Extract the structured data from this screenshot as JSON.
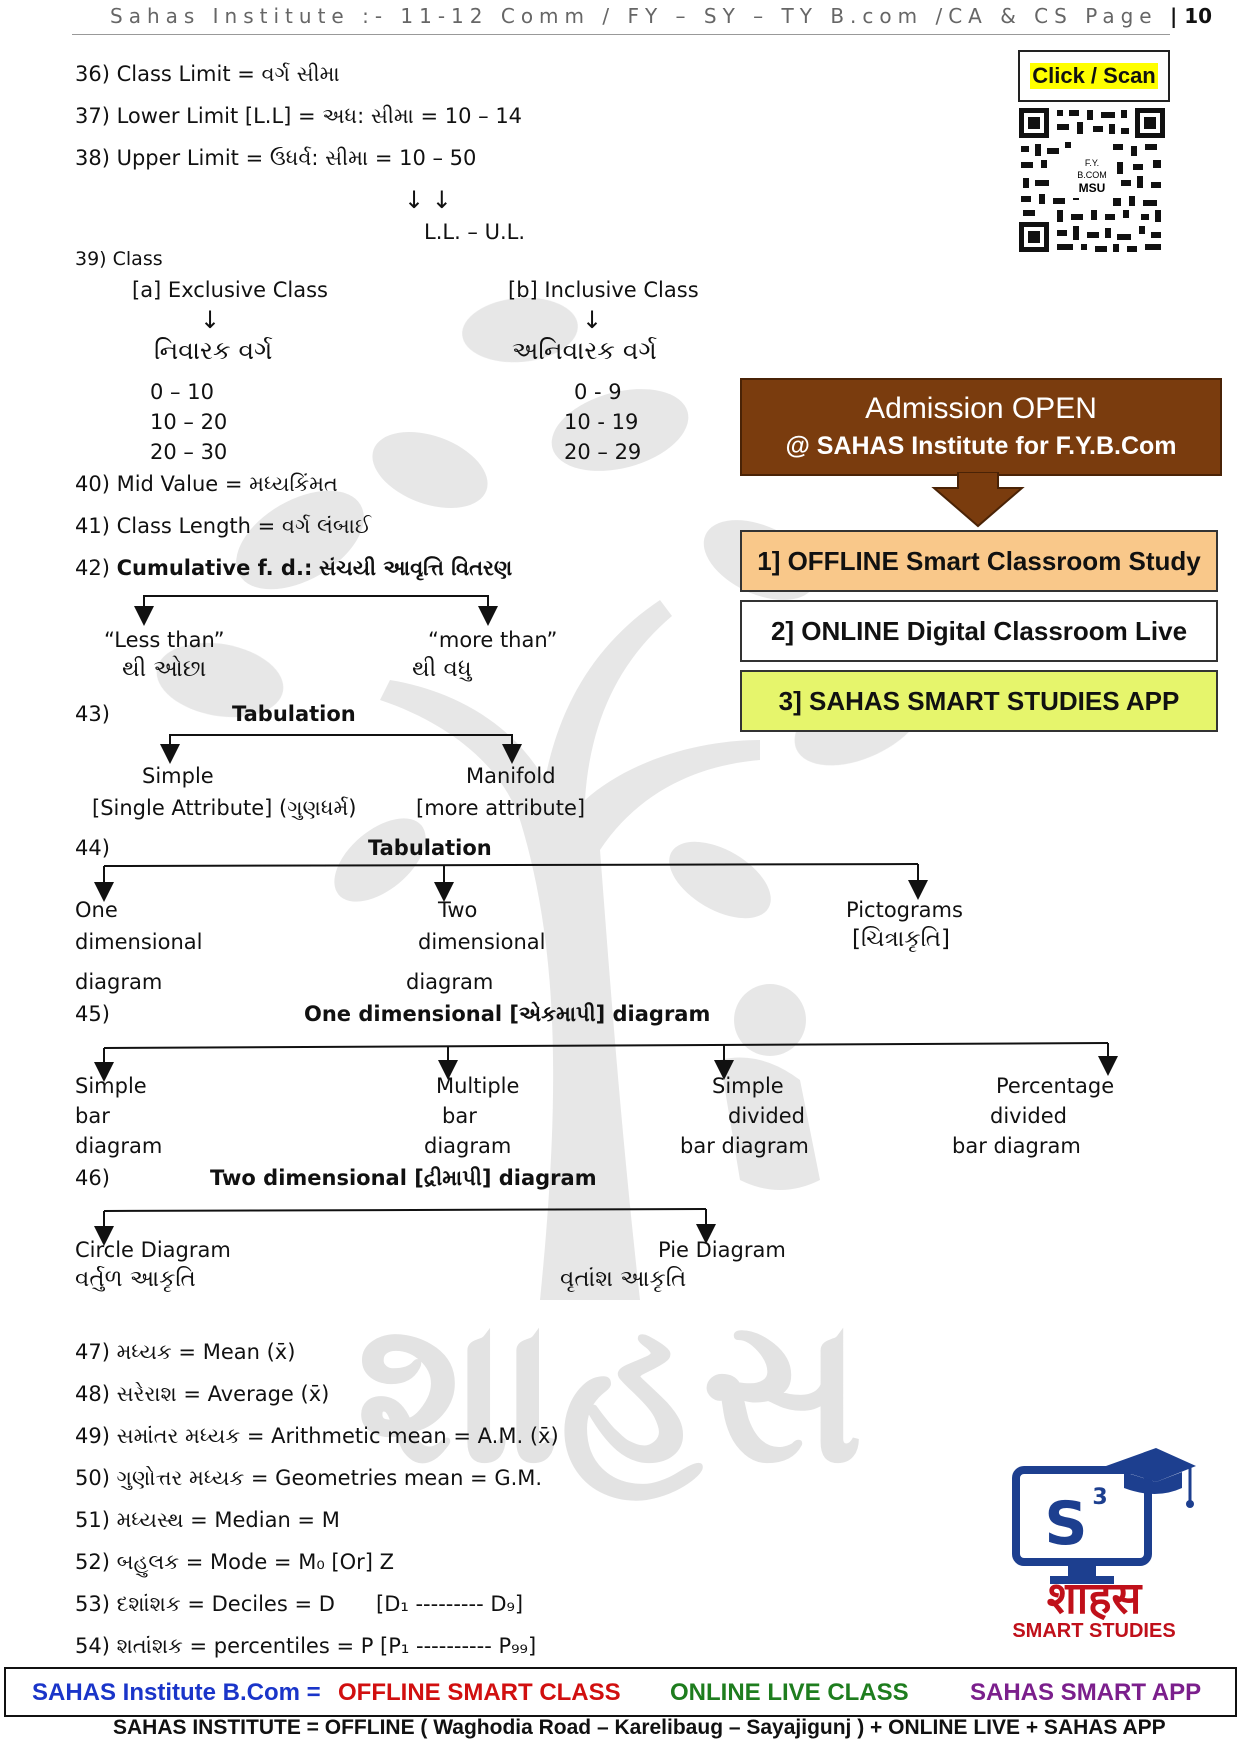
{
  "header": {
    "text": "Sahas Institute :- 11-12 Comm / FY – SY – TY B.com /CA & CS Page",
    "page_number": "| 10"
  },
  "items": {
    "i36": "36) Class Limit = વર્ગ સીમા",
    "i37": "37) Lower Limit [L.L] = અધ: સીમા = 10 – 14",
    "i38": "38) Upper Limit = ઉધર્વ: સીમા = 10 – 50",
    "i38_arrows": "↓    ↓",
    "i38_sub": "L.L. – U.L.",
    "i39": "39) Class",
    "i39_a": "[a] Exclusive Class",
    "i39_b": "[b] Inclusive Class",
    "down_arrow": "↓",
    "i39_a_guj": "નિવારક વર્ગ",
    "i39_b_guj": "અનિવારક વર્ગ",
    "excl_1": "0 – 10",
    "excl_2": "10 – 20",
    "excl_3": "20 – 30",
    "incl_1": "0 - 9",
    "incl_2": "10 - 19",
    "incl_3": "20 – 29",
    "i40": "40) Mid Value = મધ્યકિંમત",
    "i41": "41) Class Length = વર્ગ લંબાઈ",
    "i42_num": "42)",
    "i42_en": "Cumulative f. d.:",
    "i42_guj": "સંચયી આવૃત્તિ વિતરણ",
    "less_than": "“Less than”",
    "less_than_guj": "થી ઓછા",
    "more_than": "“more than”",
    "more_than_guj": "થી વધુ",
    "i43_num": "43)",
    "i43_title": "Tabulation",
    "simple": "Simple",
    "simple_sub": "[Single Attribute] (ગુણધર્મ)",
    "manifold": "Manifold",
    "manifold_sub": "[more attribute]",
    "i44_num": "44)",
    "i44_title": "Tabulation",
    "one": "One",
    "dimensional": "dimensional",
    "diagram": "diagram",
    "two": "Two",
    "pictograms": "Pictograms",
    "pictograms_guj": "[ચિત્રાકૃતિ]",
    "i45_num": "45)",
    "i45_title": "One dimensional [એકમાપી] diagram",
    "sb_1": "Simple",
    "sb_2": "bar",
    "sb_3": "diagram",
    "mb_1": "Multiple",
    "mb_2": "bar",
    "mb_3": "diagram",
    "sd_1": "Simple",
    "sd_2": "divided",
    "sd_3": "bar diagram",
    "pd_1": "Percentage",
    "pd_2": "divided",
    "pd_3": "bar diagram",
    "i46_num": "46)",
    "i46_title": "Two dimensional [દ્રીમાપી] diagram",
    "circle": "Circle Diagram",
    "circle_guj": "વર્તુળ આકૃતિ",
    "pie": "Pie Diagram",
    "pie_guj": "વૃતાંશ આકૃતિ",
    "i47": "47) મધ્યક = Mean (x̄)",
    "i48": "48) સરેરાશ = Average (x̄)",
    "i49": "49) સમાંતર મધ્યક = Arithmetic mean = A.M. (x̄)",
    "i50": "50) ગુણોત્તર મધ્યક = Geometries mean = G.M.",
    "i51": "51) મધ્યસ્થ = Median = M",
    "i52": "52) બહુલક = Mode = M₀ [Or] Z",
    "i53": "53) દશાંશક = Deciles = D",
    "i53_range": "[D₁ --------- D₉]",
    "i54": "54) શતાંશક = percentiles = P [P₁ ---------- P₉₉]"
  },
  "qr": {
    "label": "Click / Scan",
    "center_1": "F.Y.",
    "center_2": "B.COM",
    "center_3": "MSU"
  },
  "promo": {
    "title": "Admission OPEN",
    "subtitle": "@ SAHAS Institute for F.Y.B.Com",
    "option_1": "1] OFFLINE Smart Classroom Study",
    "option_2": "2] ONLINE Digital Classroom Live",
    "option_3": "3] SAHAS  SMART  STUDIES  APP",
    "color_brown": "#7a3c0e",
    "color_orange": "#f9c88a",
    "color_lime": "#e6f56c"
  },
  "watermark": {
    "text": "શાહસ"
  },
  "logo": {
    "mark": "S",
    "superscript": "3",
    "hindi": "शाहस",
    "sub": "SMART STUDIES"
  },
  "footer": {
    "part1": "SAHAS Institute B.Com =",
    "part2": "OFFLINE SMART CLASS",
    "part3": "ONLINE LIVE CLASS",
    "part4": "SAHAS SMART APP",
    "line2": "SAHAS  INSTITUTE  =   OFFLINE ( Waghodia Road – Karelibaug – Sayajigunj )  +   ONLINE LIVE  +  SAHAS APP"
  }
}
